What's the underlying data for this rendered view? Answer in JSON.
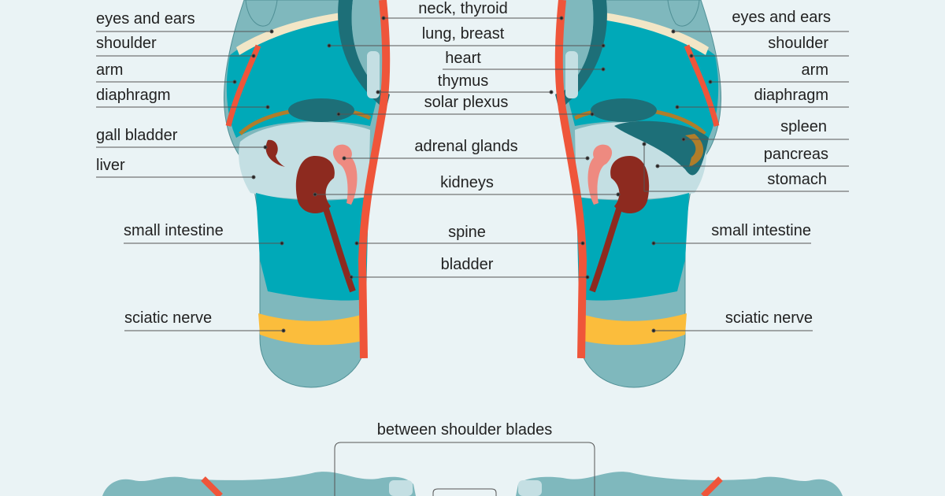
{
  "left_labels": {
    "eyes_ears": "eyes and ears",
    "shoulder": "shoulder",
    "arm": "arm",
    "diaphragm": "diaphragm",
    "gall_bladder": "gall bladder",
    "liver": "liver",
    "small_intestine": "small intestine",
    "sciatic_nerve": "sciatic nerve"
  },
  "center_labels": {
    "neck_thyroid": "neck, thyroid",
    "lung_breast": "lung, breast",
    "heart": "heart",
    "thymus": "thymus",
    "solar_plexus": "solar plexus",
    "adrenal_glands": "adrenal glands",
    "kidneys": "kidneys",
    "spine": "spine",
    "bladder": "bladder"
  },
  "right_labels": {
    "eyes_ears": "eyes and ears",
    "shoulder": "shoulder",
    "arm": "arm",
    "diaphragm": "diaphragm",
    "spleen": "spleen",
    "pancreas": "pancreas",
    "stomach": "stomach",
    "small_intestine": "small intestine",
    "sciatic_nerve": "sciatic nerve"
  },
  "bottom_label": "between shoulder blades",
  "colors": {
    "background": "#eaf3f5",
    "foot_base": "#7fb8bd",
    "bright_teal": "#00a9b8",
    "dark_teal": "#1d6f78",
    "spine_red": "#ef553a",
    "kidney_red": "#8d2a1f",
    "adrenal_pink": "#ee8a80",
    "sciatic_yellow": "#fbbd3c",
    "diaphragm_brown": "#b07d2a",
    "pale": "#c4dfe3",
    "shoulder_cream": "#f2e6c6"
  }
}
